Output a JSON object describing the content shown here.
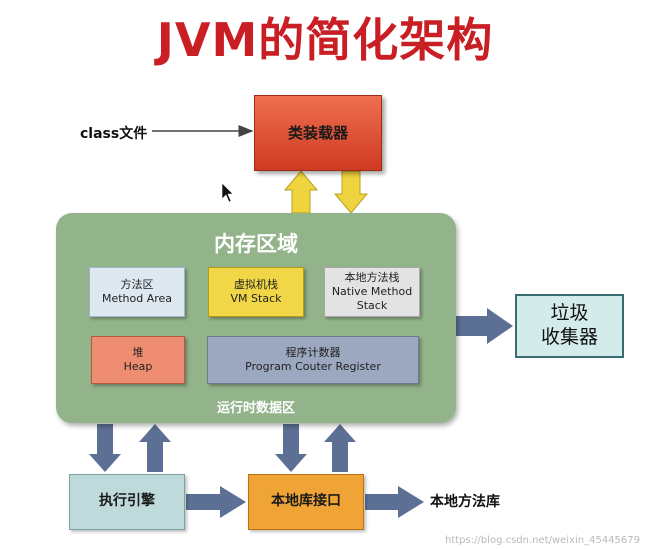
{
  "title": "JVM的简化架构",
  "class_label": "class文件",
  "class_loader": "类装载器",
  "memory": {
    "title": "内存区域",
    "footer": "运行时数据区",
    "method_area": {
      "cn": "方法区",
      "en": "Method Area"
    },
    "vm_stack": {
      "cn": "虚拟机栈",
      "en": "VM Stack"
    },
    "native_stack": {
      "cn": "本地方法栈",
      "en": "Native Method",
      "en2": "Stack"
    },
    "heap": {
      "cn": "堆",
      "en": "Heap"
    },
    "pc_register": {
      "cn": "程序计数器",
      "en": "Program Couter Register"
    }
  },
  "gc": {
    "line1": "垃圾",
    "line2": "收集器"
  },
  "execution_engine": "执行引擎",
  "native_interface": "本地库接口",
  "native_library_label": "本地方法库",
  "watermark": "https://blog.csdn.net/weixin_45445679",
  "colors": {
    "title": "#c81e24",
    "arrow_blue": "#5c6f94",
    "arrow_yellow": "#efd33f",
    "line": "#444444"
  }
}
